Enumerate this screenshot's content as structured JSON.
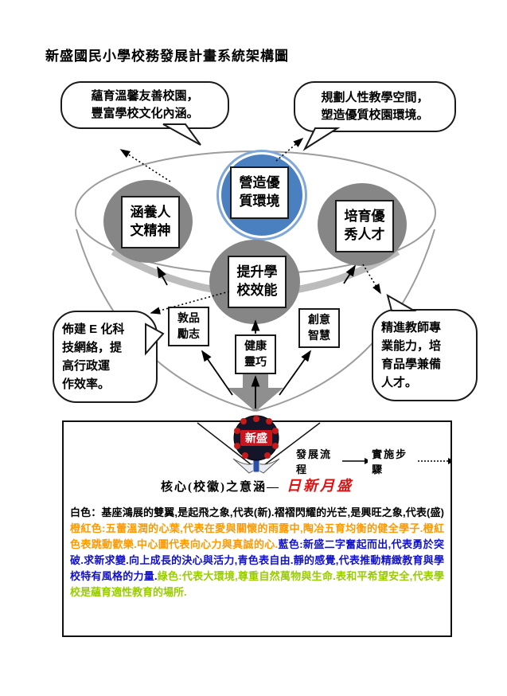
{
  "title": "新盛國民小學校務發展計畫系統架構圖",
  "colors": {
    "node_blue": "#4a7fc0",
    "node_gray": "#868686",
    "highlight_red": "#dd1111",
    "text_orange": "#ff9900",
    "text_blue": "#1111cc",
    "text_green": "#99cc00"
  },
  "bubbles": {
    "top_left": "蘊育溫馨友善校園，\n豐富學校文化內涵。",
    "top_right": "規劃人性教學空間，\n塑造優質校園環境。",
    "left": "佈建 E 化科\n技網絡，提\n高行政運\n作效率。",
    "right": "精進教師專\n業能力，培\n育品學兼備\n人才。"
  },
  "nodes": {
    "quality_env": "營造優\n質環境",
    "humanity": "涵養人\n文精神",
    "talent": "培育優\n秀人才",
    "effectiveness": "提升學\n校效能"
  },
  "value_boxes": {
    "moral": "敦品\n勵志",
    "health": "健康\n靈巧",
    "creativity": "創意\n智慧"
  },
  "legend": {
    "flow": "發展流程",
    "steps": "實施步驟"
  },
  "core": {
    "prefix": "核心(校徽)之意涵—",
    "highlight": "日新月盛"
  },
  "emblem": {
    "text": "新盛"
  },
  "paragraph": {
    "segments": [
      {
        "color": "#000000",
        "text": "白色：基座鴻展的雙翼,是起飛之象,代表(新).褶褶閃耀的光芒,是興旺之象,代表(盛)"
      },
      {
        "color": "#ff9900",
        "text": "橙紅色:五蕾溫潤的心葉,代表在愛與關懷的雨露中,陶冶五育均衡的健全學子.橙紅色表跳動歡樂.中心圖代表向心力與真誠的心."
      },
      {
        "color": "#1111cc",
        "text": "藍色:新盛二字奮起而出,代表勇於突破.求新求變.向上成長的決心與活力,青色表自由.靜的感覺,代表推動精緻教育與學校特有風格的力量."
      },
      {
        "color": "#99cc00",
        "text": "綠色:代表大環境,尊重自然萬物與生命.表和平希望安全,代表學校是蘊育適性教育的場所."
      }
    ]
  }
}
